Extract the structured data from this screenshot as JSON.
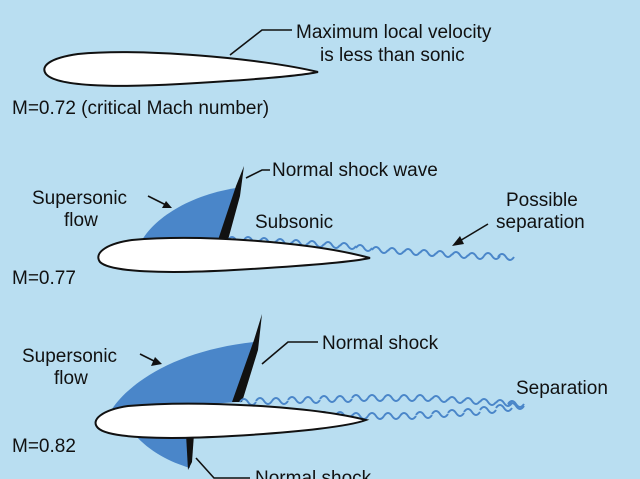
{
  "colors": {
    "background": "#b9def1",
    "supersonic_region": "#4a86c9",
    "airfoil_fill": "#ffffff",
    "outline": "#111111",
    "wake": "#4a86c9"
  },
  "panel1": {
    "callout_line1": "Maximum local velocity",
    "callout_line2": "is less than sonic",
    "mach_label": "M=0.72 (critical Mach number)"
  },
  "panel2": {
    "shock_label": "Normal shock wave",
    "supersonic_line1": "Supersonic",
    "supersonic_line2": "flow",
    "subsonic_label": "Subsonic",
    "separation_line1": "Possible",
    "separation_line2": "separation",
    "mach_label": "M=0.77"
  },
  "panel3": {
    "upper_shock_label": "Normal shock",
    "supersonic_line1": "Supersonic",
    "supersonic_line2": "flow",
    "separation_label": "Separation",
    "lower_shock_label": "Normal shock",
    "mach_label": "M=0.82"
  }
}
